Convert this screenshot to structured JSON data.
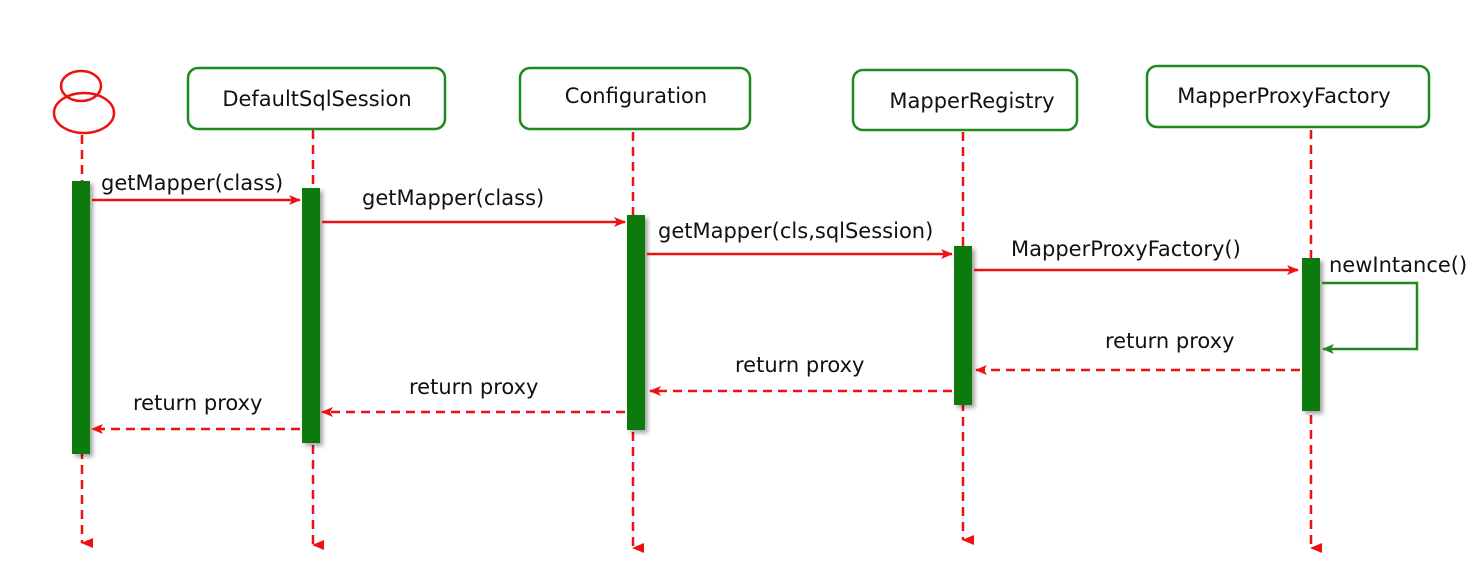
{
  "participants": [
    {
      "id": "actor",
      "label": ""
    },
    {
      "id": "session",
      "label": "DefaultSqlSession"
    },
    {
      "id": "config",
      "label": "Configuration"
    },
    {
      "id": "registry",
      "label": "MapperRegistry"
    },
    {
      "id": "factory",
      "label": "MapperProxyFactory"
    }
  ],
  "messages": [
    {
      "from": "actor",
      "to": "session",
      "label": "getMapper(class)",
      "kind": "call"
    },
    {
      "from": "session",
      "to": "config",
      "label": "getMapper(class)",
      "kind": "call"
    },
    {
      "from": "config",
      "to": "registry",
      "label": "getMapper(cls,sqlSession)",
      "kind": "call"
    },
    {
      "from": "registry",
      "to": "factory",
      "label": "MapperProxyFactory()",
      "kind": "call"
    },
    {
      "from": "factory",
      "to": "factory",
      "label": "newIntance()",
      "kind": "self"
    },
    {
      "from": "factory",
      "to": "registry",
      "label": "return proxy",
      "kind": "return"
    },
    {
      "from": "registry",
      "to": "config",
      "label": "return proxy",
      "kind": "return"
    },
    {
      "from": "config",
      "to": "session",
      "label": "return proxy",
      "kind": "return"
    },
    {
      "from": "session",
      "to": "actor",
      "label": "return proxy",
      "kind": "return"
    }
  ],
  "colors": {
    "message": "#ee1111",
    "activation": "#0b7a0b",
    "box_border": "#1f8a1f",
    "self_call": "#1f8a1f",
    "actor": "#ee1111"
  }
}
